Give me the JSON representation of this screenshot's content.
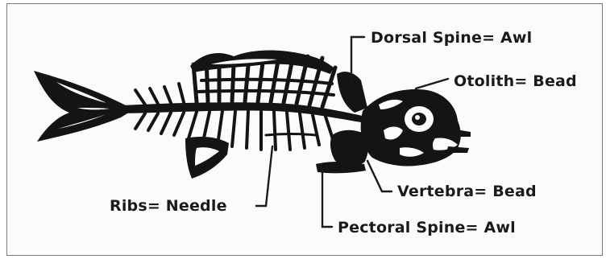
{
  "labels": {
    "dorsal_spine": "Dorsal Spine= Awl",
    "otolith": "Otolith= Bead",
    "ribs": "Ribs= Needle",
    "vertebra": "Vertebra= Bead",
    "pectoral_spine": "Pectoral Spine= Awl"
  },
  "colors": {
    "ink": "#141414",
    "paper": "#fbfbfb",
    "frame": "#7a7a7a"
  }
}
